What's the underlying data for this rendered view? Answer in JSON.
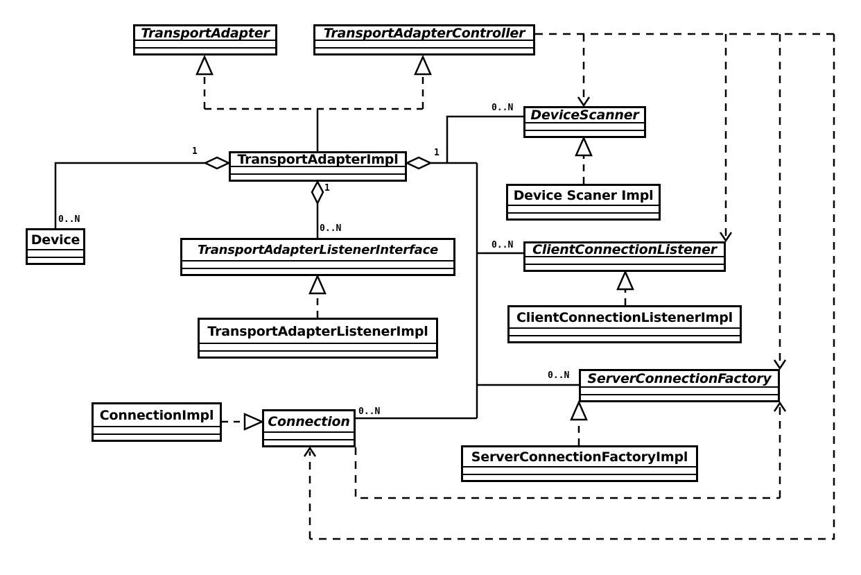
{
  "diagram_type": "uml-class-diagram",
  "classes": {
    "transport_adapter": {
      "name": "TransportAdapter",
      "kind": "interface"
    },
    "transport_adapter_controller": {
      "name": "TransportAdapterController",
      "kind": "interface"
    },
    "device_scanner": {
      "name": "DeviceScanner",
      "kind": "interface"
    },
    "transport_adapter_impl": {
      "name": "TransportAdapterImpl",
      "kind": "class"
    },
    "device_scaner_impl": {
      "name": "Device Scaner Impl",
      "kind": "class"
    },
    "device": {
      "name": "Device",
      "kind": "class"
    },
    "transport_adapter_listener_interface": {
      "name": "TransportAdapterListenerInterface",
      "kind": "interface"
    },
    "client_connection_listener": {
      "name": "ClientConnectionListener",
      "kind": "interface"
    },
    "transport_adapter_listener_impl": {
      "name": "TransportAdapterListenerImpl",
      "kind": "class"
    },
    "client_connection_listener_impl": {
      "name": "ClientConnectionListenerImpl",
      "kind": "class"
    },
    "server_connection_factory": {
      "name": "ServerConnectionFactory",
      "kind": "interface"
    },
    "connection_impl": {
      "name": "ConnectionImpl",
      "kind": "class"
    },
    "connection": {
      "name": "Connection",
      "kind": "interface"
    },
    "server_connection_factory_impl": {
      "name": "ServerConnectionFactoryImpl",
      "kind": "class"
    }
  },
  "labels": [
    {
      "name": "mult-impl-side-of-device-aggregation",
      "text": "1"
    },
    {
      "name": "mult-device-end",
      "text": "0..N"
    },
    {
      "name": "mult-impl-side-of-right-aggregation",
      "text": "1"
    },
    {
      "name": "mult-devicescanner-end",
      "text": "0..N"
    },
    {
      "name": "mult-impl-side-of-listener-aggregation",
      "text": "1"
    },
    {
      "name": "mult-listenerinterface-end",
      "text": "0..N"
    },
    {
      "name": "mult-clientconnectionlistener-end",
      "text": "0..N"
    },
    {
      "name": "mult-serverconnectionfactory-end",
      "text": "0..N"
    },
    {
      "name": "mult-connection-end",
      "text": "0..N"
    }
  ],
  "colors": {
    "line": "#000000",
    "background": "#ffffff"
  }
}
